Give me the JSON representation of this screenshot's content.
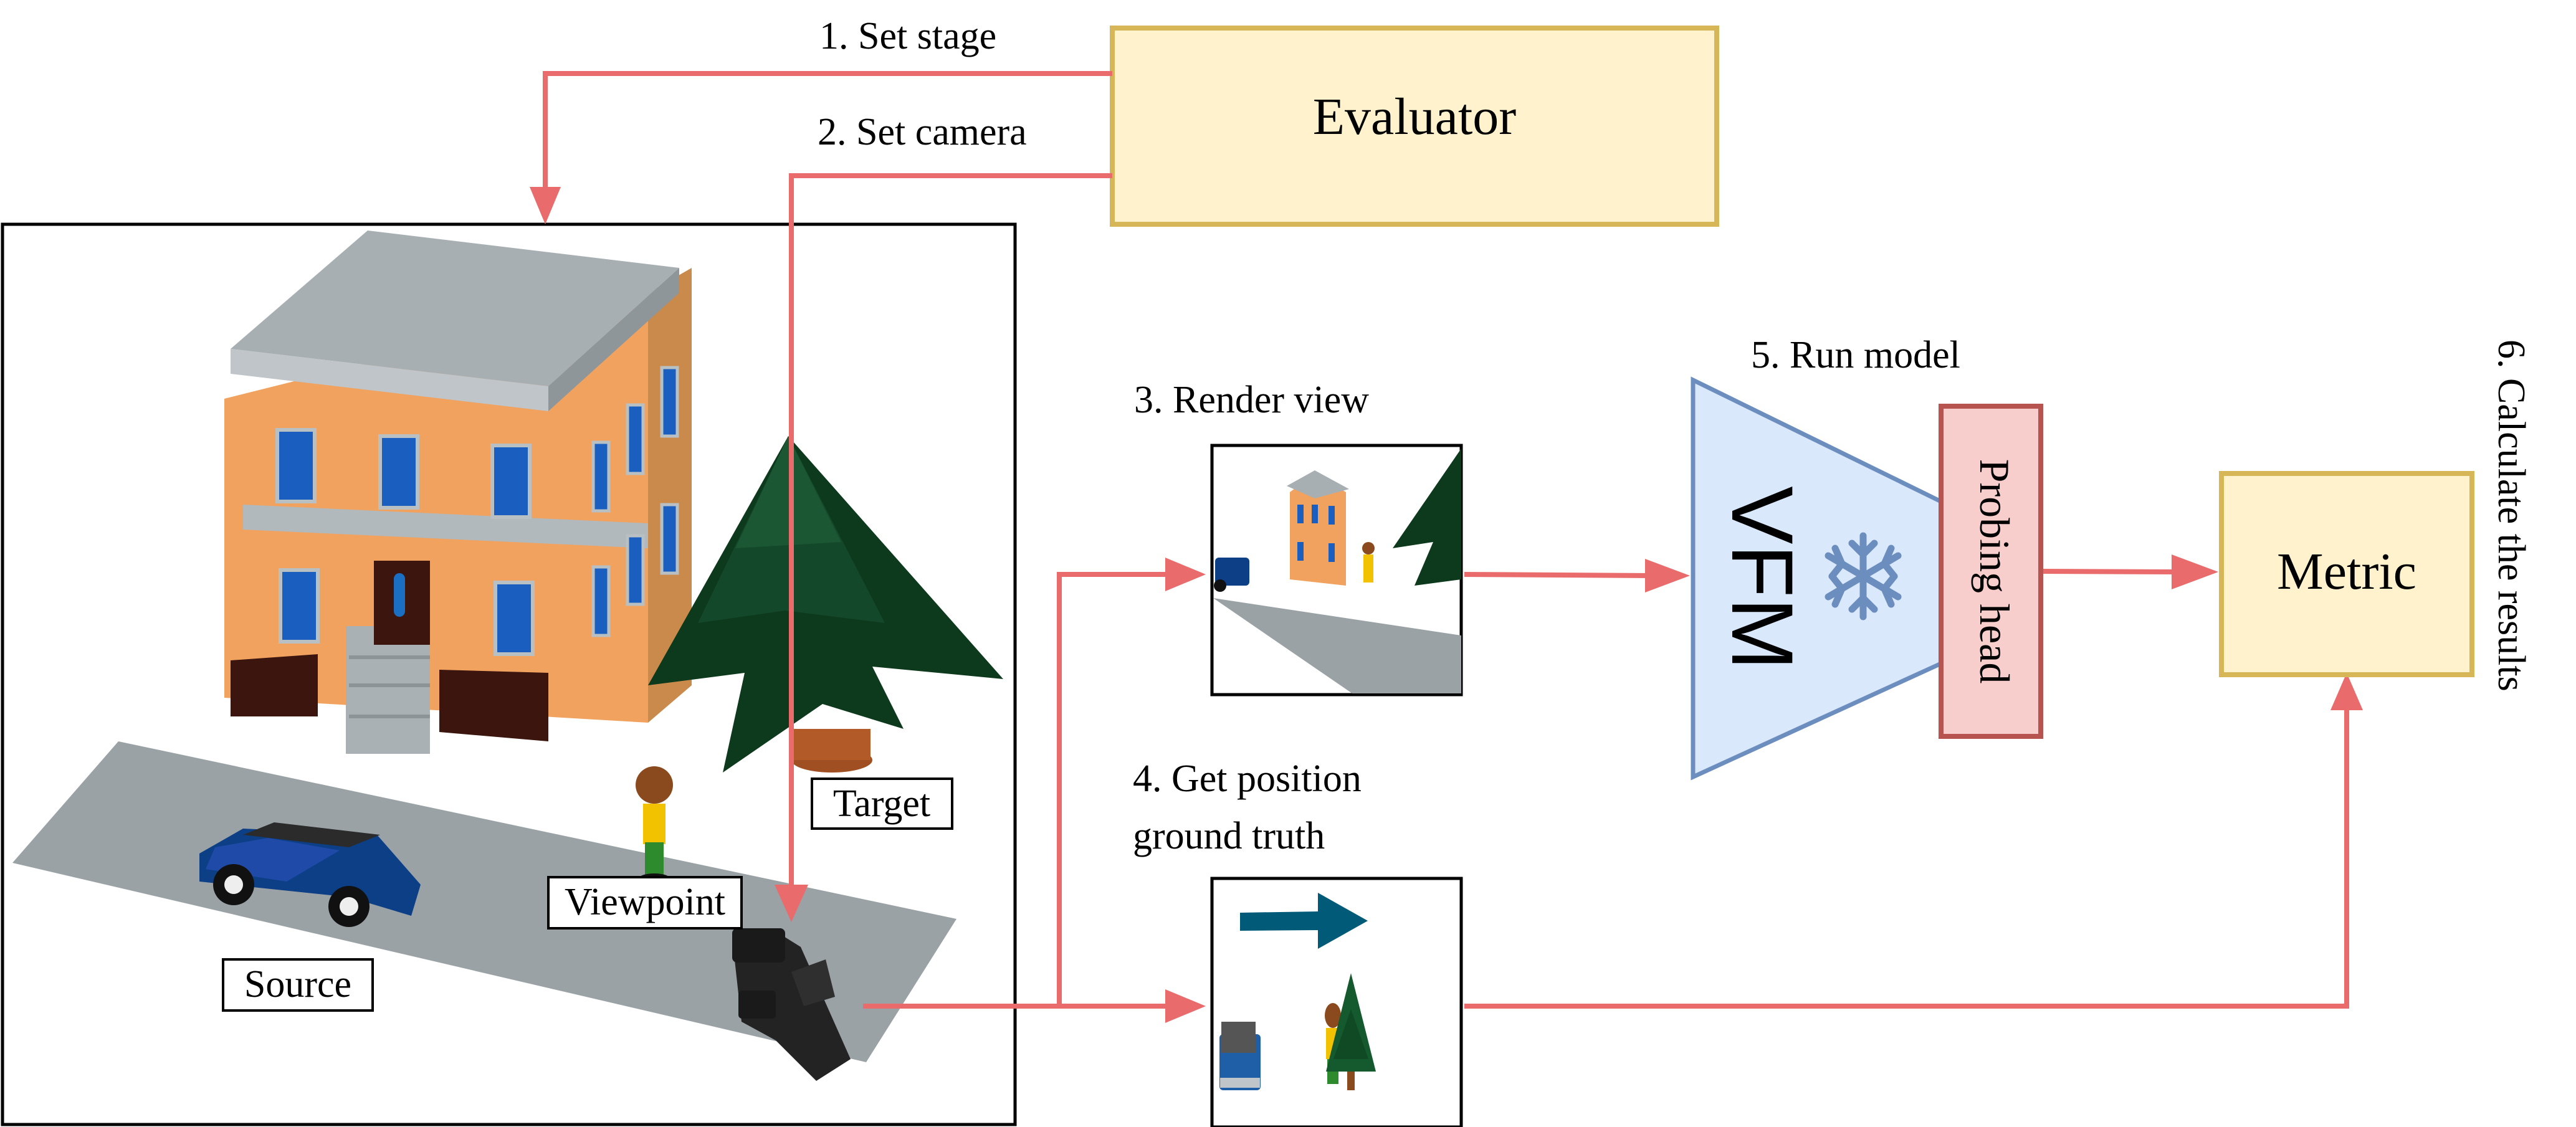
{
  "diagram": {
    "title": "Evaluation pipeline for vision foundation model probing",
    "steps": {
      "set_stage": "1. Set stage",
      "set_camera": "2. Set camera",
      "render_view": "3. Render view",
      "ground_truth_line1": "4. Get position",
      "ground_truth_line2": "ground truth",
      "run_model": "5. Run model",
      "calculate": "6. Calculate the results"
    },
    "nodes": {
      "evaluator": "Evaluator",
      "vfm": "VFM",
      "probing_head": "Probing head",
      "metric": "Metric"
    },
    "scene_labels": {
      "source": "Source",
      "viewpoint": "Viewpoint",
      "target": "Target"
    },
    "icons": {
      "frozen": "snowflake-icon",
      "direction": "right-arrow-icon"
    },
    "colors": {
      "arrow": "#ea6b6b",
      "evaluator_fill": "#fff2cc",
      "evaluator_border": "#d6b656",
      "vfm_fill": "#dae8fc",
      "vfm_border": "#6c8ebf",
      "probe_fill": "#f8cecc",
      "probe_border": "#b85450",
      "gt_arrow": "#005a78"
    }
  }
}
